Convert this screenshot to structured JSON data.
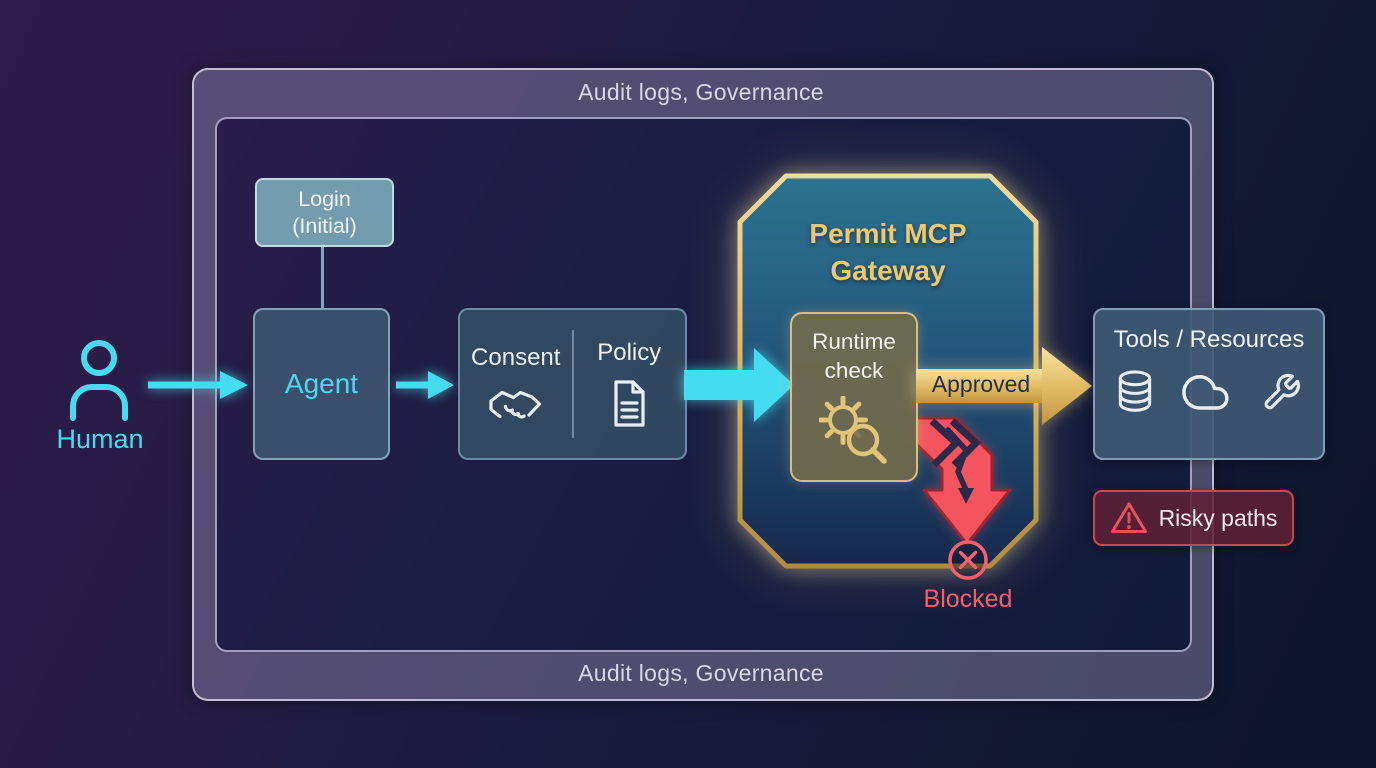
{
  "frame": {
    "top_label": "Audit logs, Governance",
    "bottom_label": "Audit logs, Governance"
  },
  "human": {
    "label": "Human"
  },
  "login": {
    "line1": "Login",
    "line2": "(Initial)"
  },
  "agent": {
    "label": "Agent"
  },
  "consent_policy": {
    "consent_label": "Consent",
    "policy_label": "Policy"
  },
  "gateway": {
    "title_line1": "Permit MCP",
    "title_line2": "Gateway",
    "runtime_line1": "Runtime",
    "runtime_line2": "check"
  },
  "edges": {
    "approved_label": "Approved",
    "blocked_label": "Blocked"
  },
  "tools": {
    "label": "Tools / Resources"
  },
  "risky": {
    "label": "Risky paths"
  },
  "icons": {
    "human": "person-icon",
    "consent": "handshake-icon",
    "policy": "document-icon",
    "runtime": "gear-magnifier-icon",
    "tools": [
      "database-icon",
      "cloud-icon",
      "wrench-icon"
    ],
    "risky": "warning-triangle-icon",
    "blocked": "circle-x-icon"
  },
  "colors": {
    "accent_cyan": "#46dcf0",
    "accent_gold": "#e8c873",
    "accent_red": "#f2545f",
    "frame_lavender": "#8c84a8",
    "panel_navy": "#151d3e",
    "text_light": "#eef2f7"
  }
}
